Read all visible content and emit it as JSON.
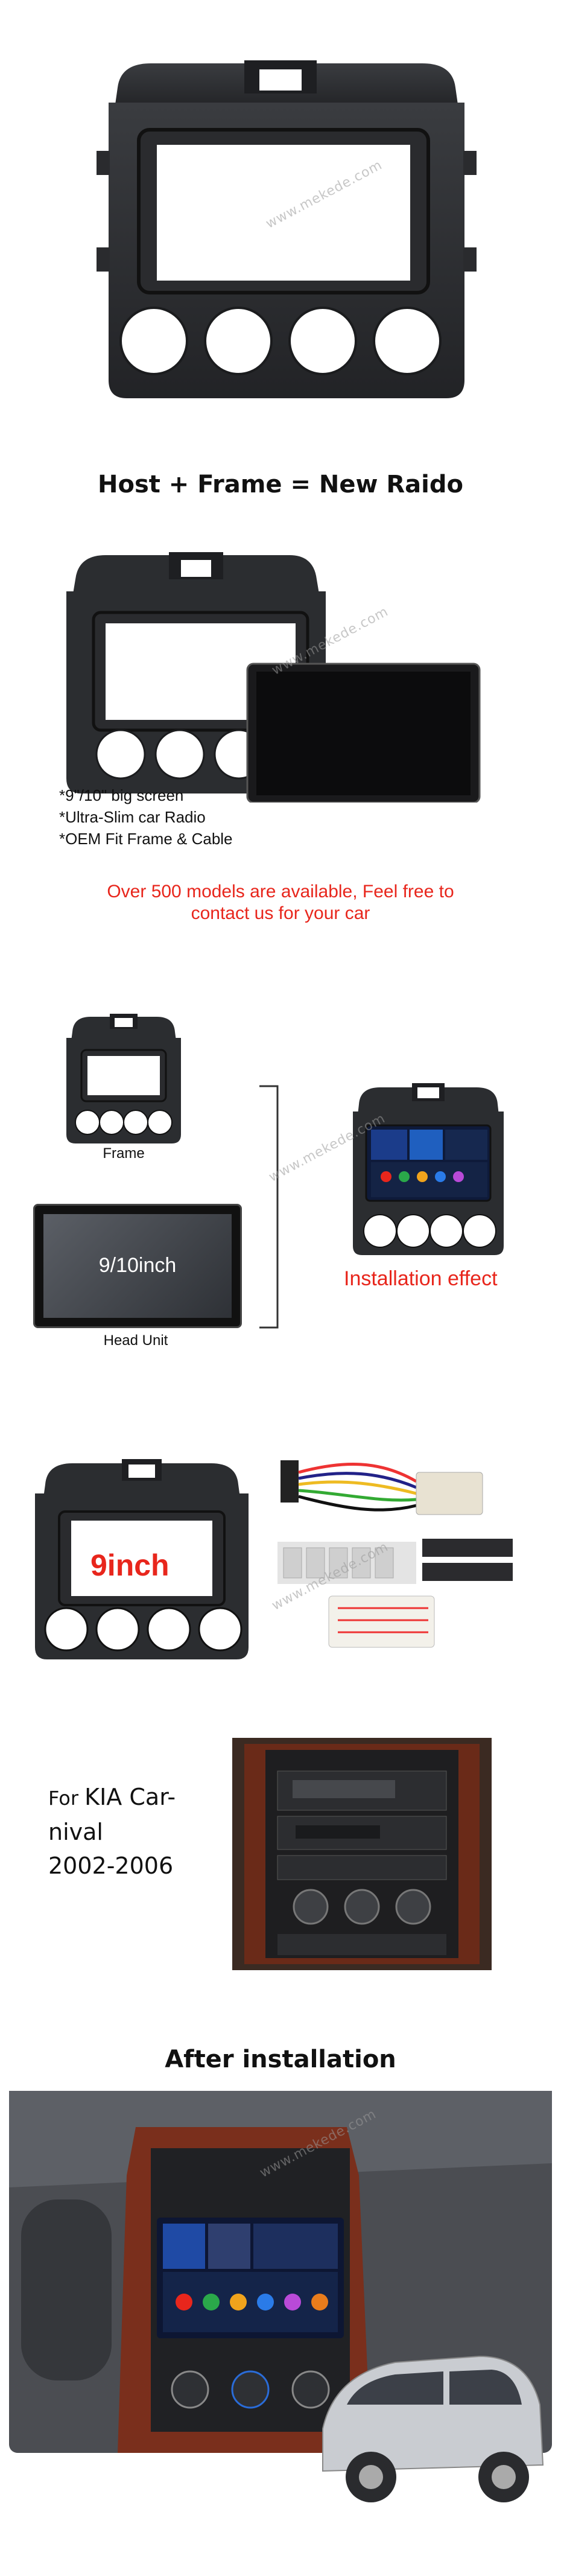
{
  "watermark": "www.mekede.com",
  "section2": {
    "title": "Host + Frame = New Raido",
    "bullets": [
      "*9\"/10\" big screen",
      "*Ultra-Slim car Radio",
      "*OEM Fit Frame & Cable"
    ],
    "cta_line1": "Over 500 models are available,  Feel free to",
    "cta_line2": "contact us for your car"
  },
  "section3": {
    "frame_label": "Frame",
    "head_unit_label": "Head Unit",
    "head_unit_size": "9/10inch",
    "installation_label": "Installation effect"
  },
  "section4": {
    "size_label": "9inch"
  },
  "section5": {
    "for_prefix": "For ",
    "model_line1": "KIA Car-",
    "model_line2": "nival",
    "years": "2002-2006"
  },
  "section6": {
    "title": "After installation"
  },
  "colors": {
    "frame": "#2b2d30",
    "accent_red": "#e8261c",
    "wood": "#7a2f1c"
  }
}
